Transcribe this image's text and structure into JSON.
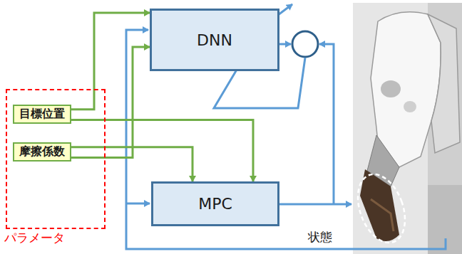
{
  "diagram": {
    "nodes": [
      {
        "text": [
          "パラメータ"
        ]
      },
      {
        "text": [
          "目標位置"
        ],
        "in": 0
      },
      {
        "text": [
          "摩擦係数"
        ],
        "in": 0
      },
      {
        "text": [
          "DNN"
        ]
      },
      {
        "text": [
          "MPC"
        ]
      }
    ],
    "edges": [
      {
        "from": 1,
        "to": 3,
        "arrow": "to"
      },
      {
        "from": 1,
        "to": 4,
        "arrow": "to"
      },
      {
        "from": 2,
        "to": 3,
        "arrow": "to"
      },
      {
        "from": 2,
        "to": 4,
        "arrow": "to"
      }
    ],
    "labels": [
      "状態"
    ]
  }
}
